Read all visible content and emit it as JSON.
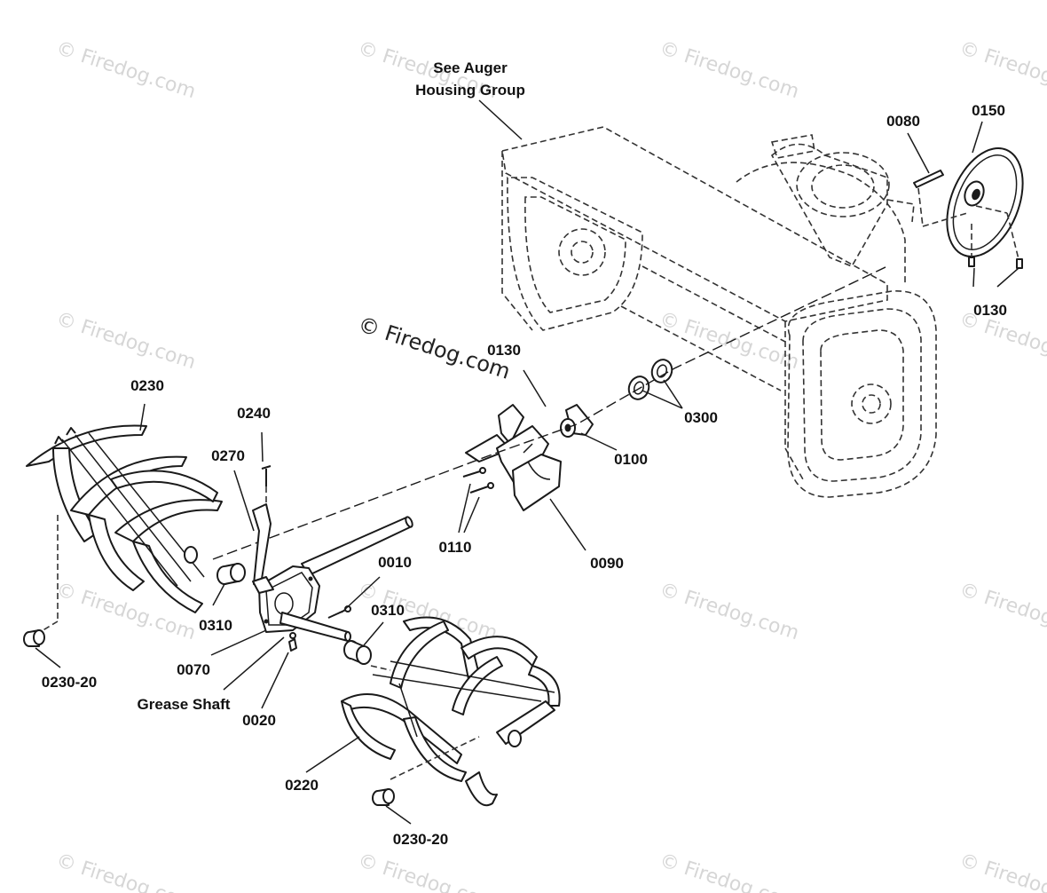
{
  "watermark": {
    "text": "© Firedog.com",
    "center_text": "© Firedog.com"
  },
  "labels": {
    "see_auger_line1": "See Auger",
    "see_auger_line2": "Housing Group",
    "p0080": "0080",
    "p0150": "0150",
    "p0130_right": "0130",
    "p0130_center": "0130",
    "p0300": "0300",
    "p0100": "0100",
    "p0110": "0110",
    "p0090": "0090",
    "p0230": "0230",
    "p0240": "0240",
    "p0270": "0270",
    "p0010": "0010",
    "p0310_left": "0310",
    "p0310_right": "0310",
    "p0070": "0070",
    "grease_shaft": "Grease Shaft",
    "p0020": "0020",
    "p0230_20_left": "0230-20",
    "p0220": "0220",
    "p0230_20_bottom": "0230-20"
  }
}
